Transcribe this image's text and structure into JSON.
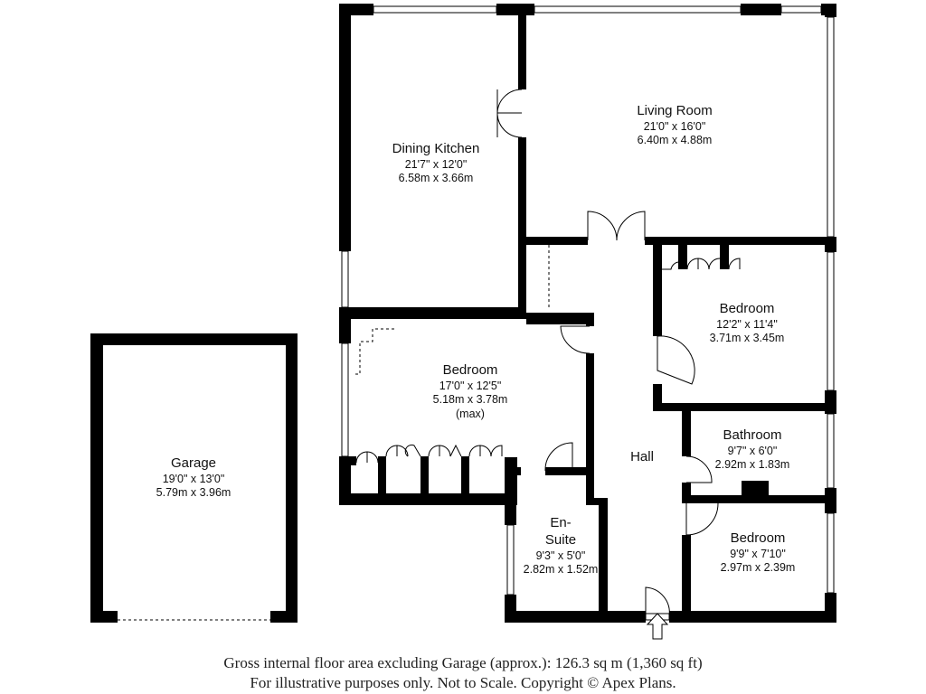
{
  "rooms": {
    "dining_kitchen": {
      "name": "Dining Kitchen",
      "imperial": "21'7\" x 12'0\"",
      "metric": "6.58m x 3.66m"
    },
    "living_room": {
      "name": "Living Room",
      "imperial": "21'0\" x 16'0\"",
      "metric": "6.40m x 4.88m"
    },
    "bedroom_east": {
      "name": "Bedroom",
      "imperial": "12'2\" x 11'4\"",
      "metric": "3.71m x 3.45m"
    },
    "bedroom_main": {
      "name": "Bedroom",
      "imperial": "17'0\" x 12'5\"",
      "metric": "5.18m x 3.78m",
      "note": "(max)"
    },
    "bathroom": {
      "name": "Bathroom",
      "imperial": "9'7\" x 6'0\"",
      "metric": "2.92m x 1.83m"
    },
    "hall": {
      "name": "Hall"
    },
    "en_suite": {
      "name_line1": "En-",
      "name_line2": "Suite",
      "imperial": "9'3\" x 5'0\"",
      "metric": "2.82m x 1.52m"
    },
    "bedroom_small": {
      "name": "Bedroom",
      "imperial": "9'9\" x 7'10\"",
      "metric": "2.97m x 2.39m"
    },
    "garage": {
      "name": "Garage",
      "imperial": "19'0\" x 13'0\"",
      "metric": "5.79m x 3.96m"
    }
  },
  "footer": {
    "line1": "Gross internal floor area excluding Garage (approx.): 126.3 sq m (1,360 sq ft)",
    "line2": "For illustrative purposes only. Not to Scale. Copyright © Apex Plans."
  },
  "colors": {
    "wall": "#000000",
    "window": "#ffffff",
    "background": "#ffffff"
  }
}
